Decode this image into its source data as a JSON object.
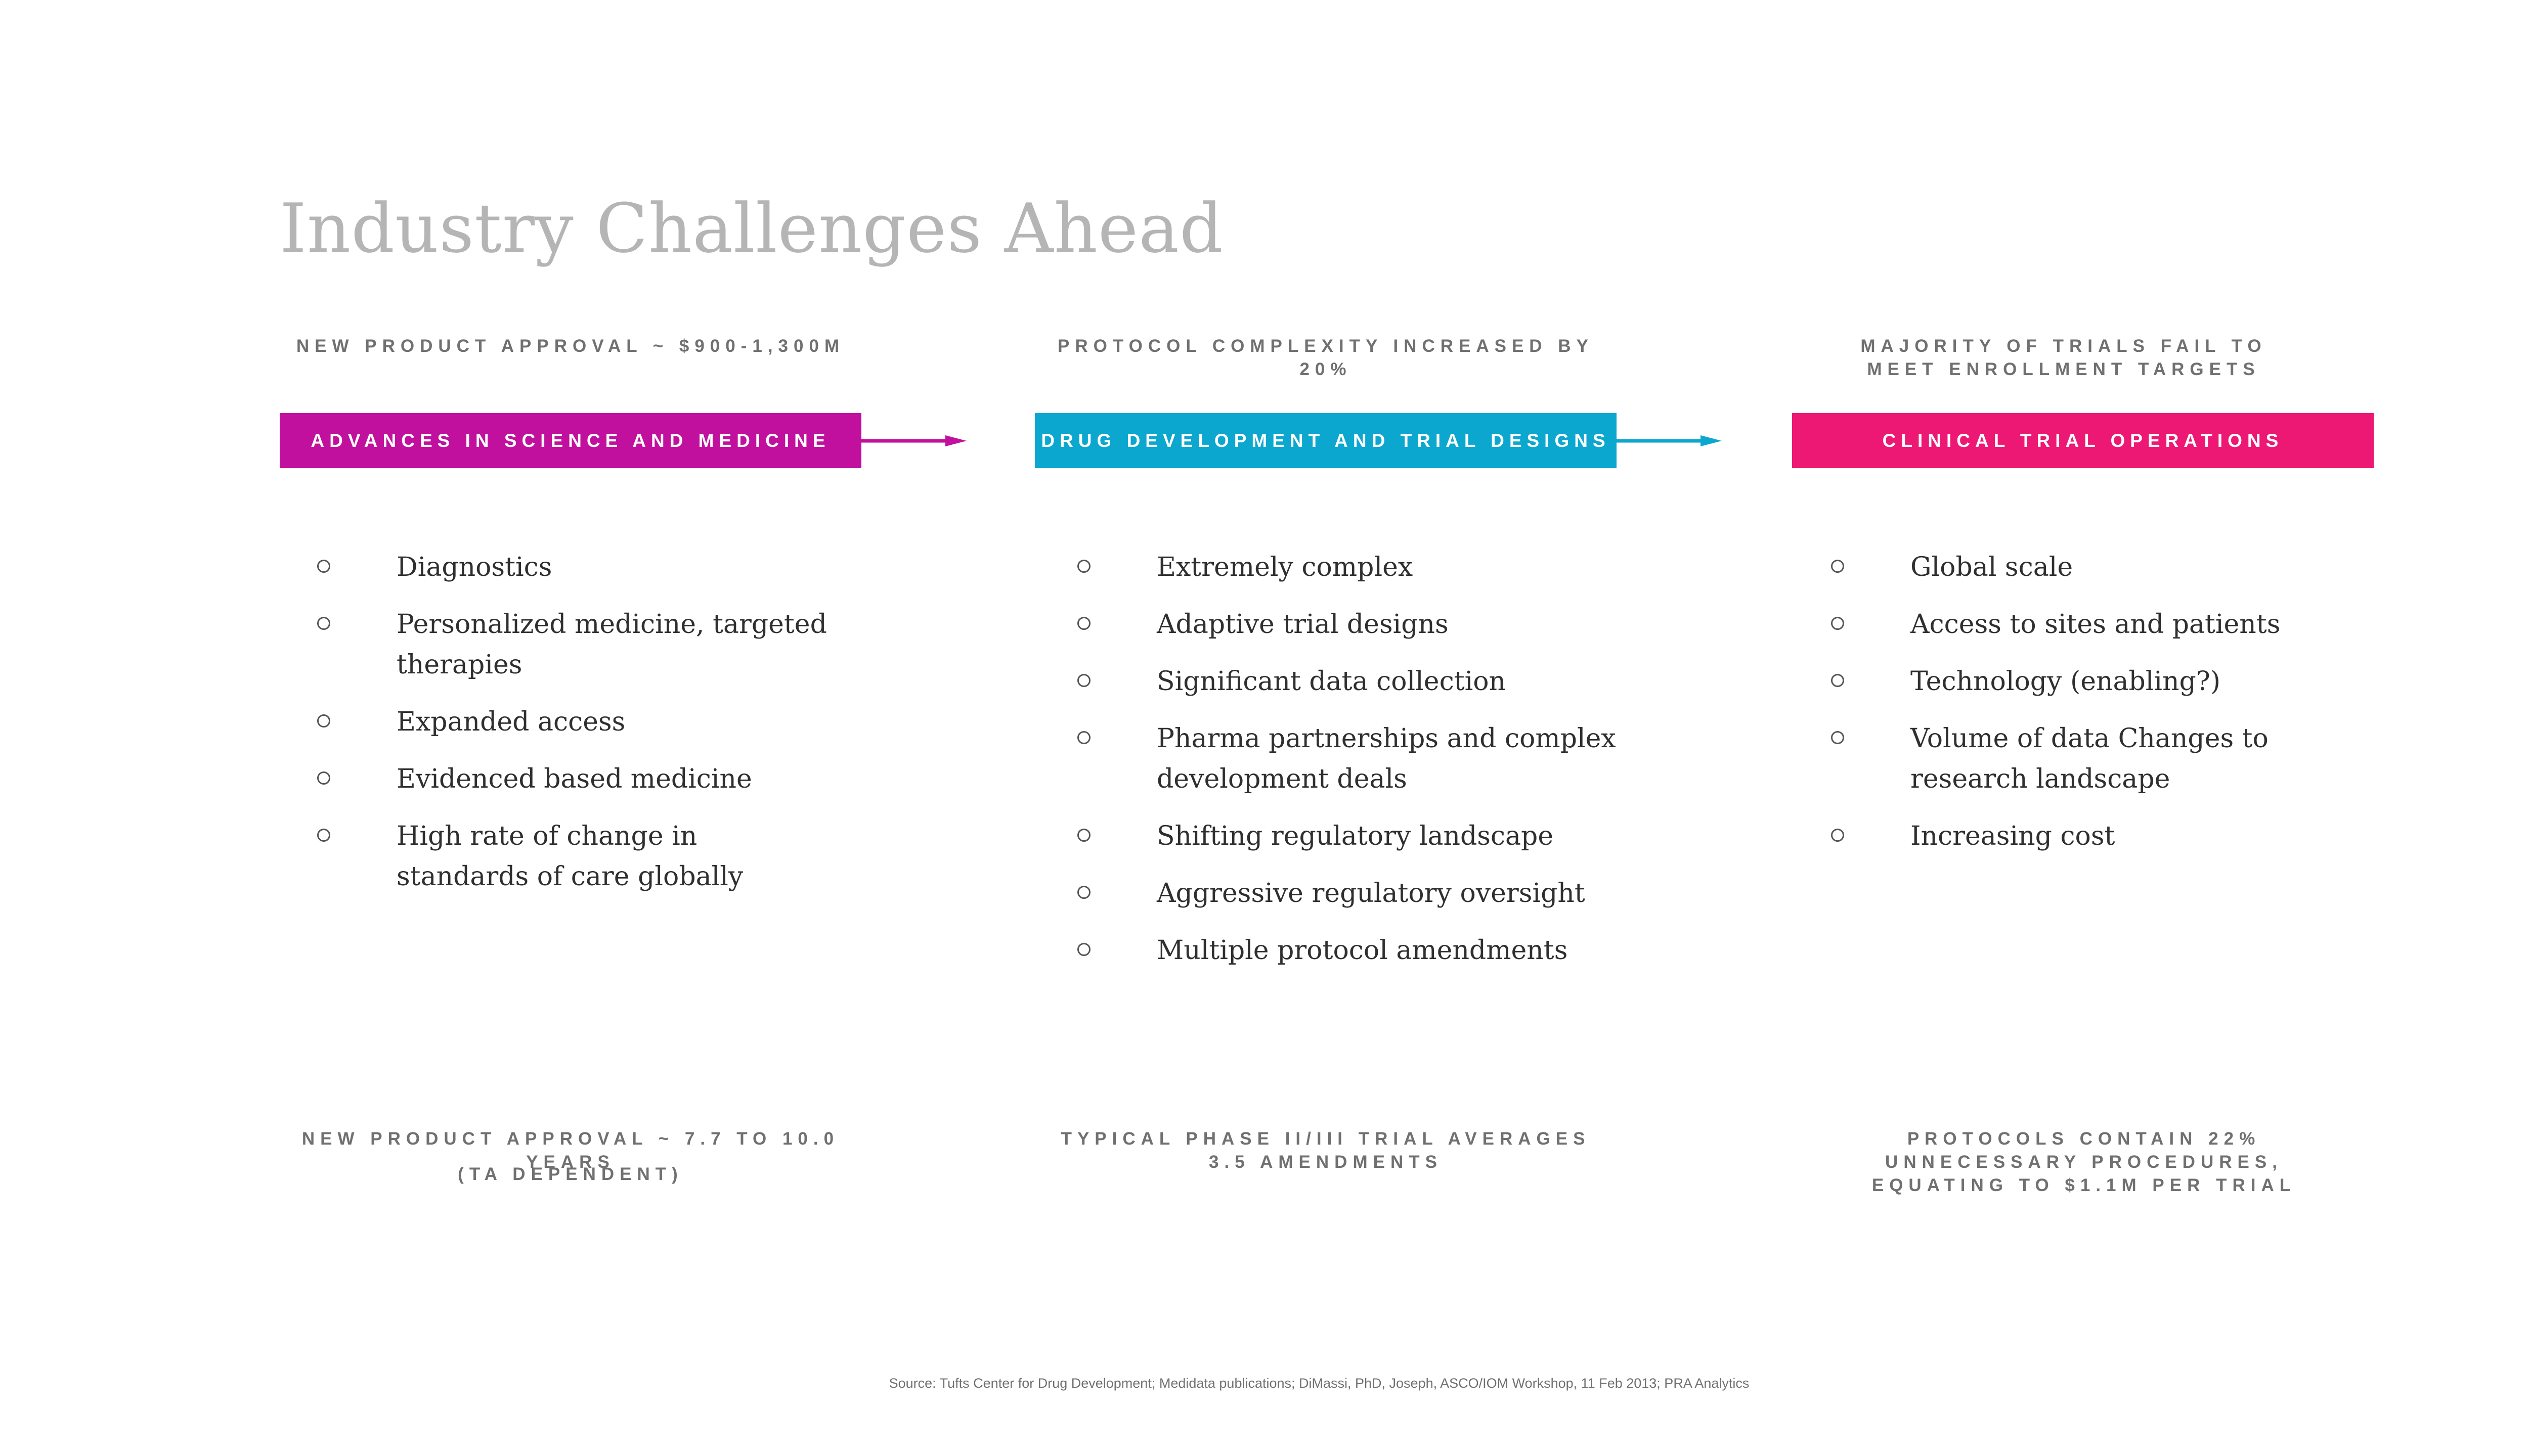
{
  "title": "Industry Challenges Ahead",
  "columns": [
    {
      "top_caption": "New product approval ~ $900-1,300M",
      "banner": "ADVANCES IN SCIENCE AND MEDICINE",
      "banner_color": "#c1109e",
      "items": [
        "Diagnostics",
        "Personalized medicine, targeted therapies",
        "Expanded access",
        "Evidenced based medicine",
        "High rate of change in standards of care globally"
      ],
      "bottom_caption": "New product approval ~ 7.7 to 10.0 years",
      "bottom_caption_2": "(TA dependent)"
    },
    {
      "top_caption": "Protocol complexity increased by 20%",
      "banner": "DRUG DEVELOPMENT AND TRIAL DESIGNS",
      "banner_color": "#0ba7cf",
      "items": [
        "Extremely complex",
        "Adaptive trial designs",
        "Significant data collection",
        "Pharma partnerships and complex development deals",
        "Shifting regulatory landscape",
        "Aggressive regulatory oversight",
        "Multiple protocol amendments"
      ],
      "bottom_caption": "Typical Phase II/III trial averages 3.5 amendments"
    },
    {
      "top_caption": "Majority of trials fail to meet enrollment targets",
      "banner": "CLINICAL TRIAL OPERATIONS",
      "banner_color": "#ec1874",
      "items": [
        "Global scale",
        "Access to sites and patients",
        "Technology (enabling?)",
        "Volume of data Changes to research landscape",
        "Increasing cost"
      ],
      "bottom_caption": "Protocols contain 22% unnecessary procedures, equating to $1.1M per trial"
    }
  ],
  "source": "Source: Tufts Center for Drug Development; Medidata publications; DiMassi, PhD, Joseph, ASCO/IOM Workshop, 11 Feb 2013; PRA Analytics"
}
